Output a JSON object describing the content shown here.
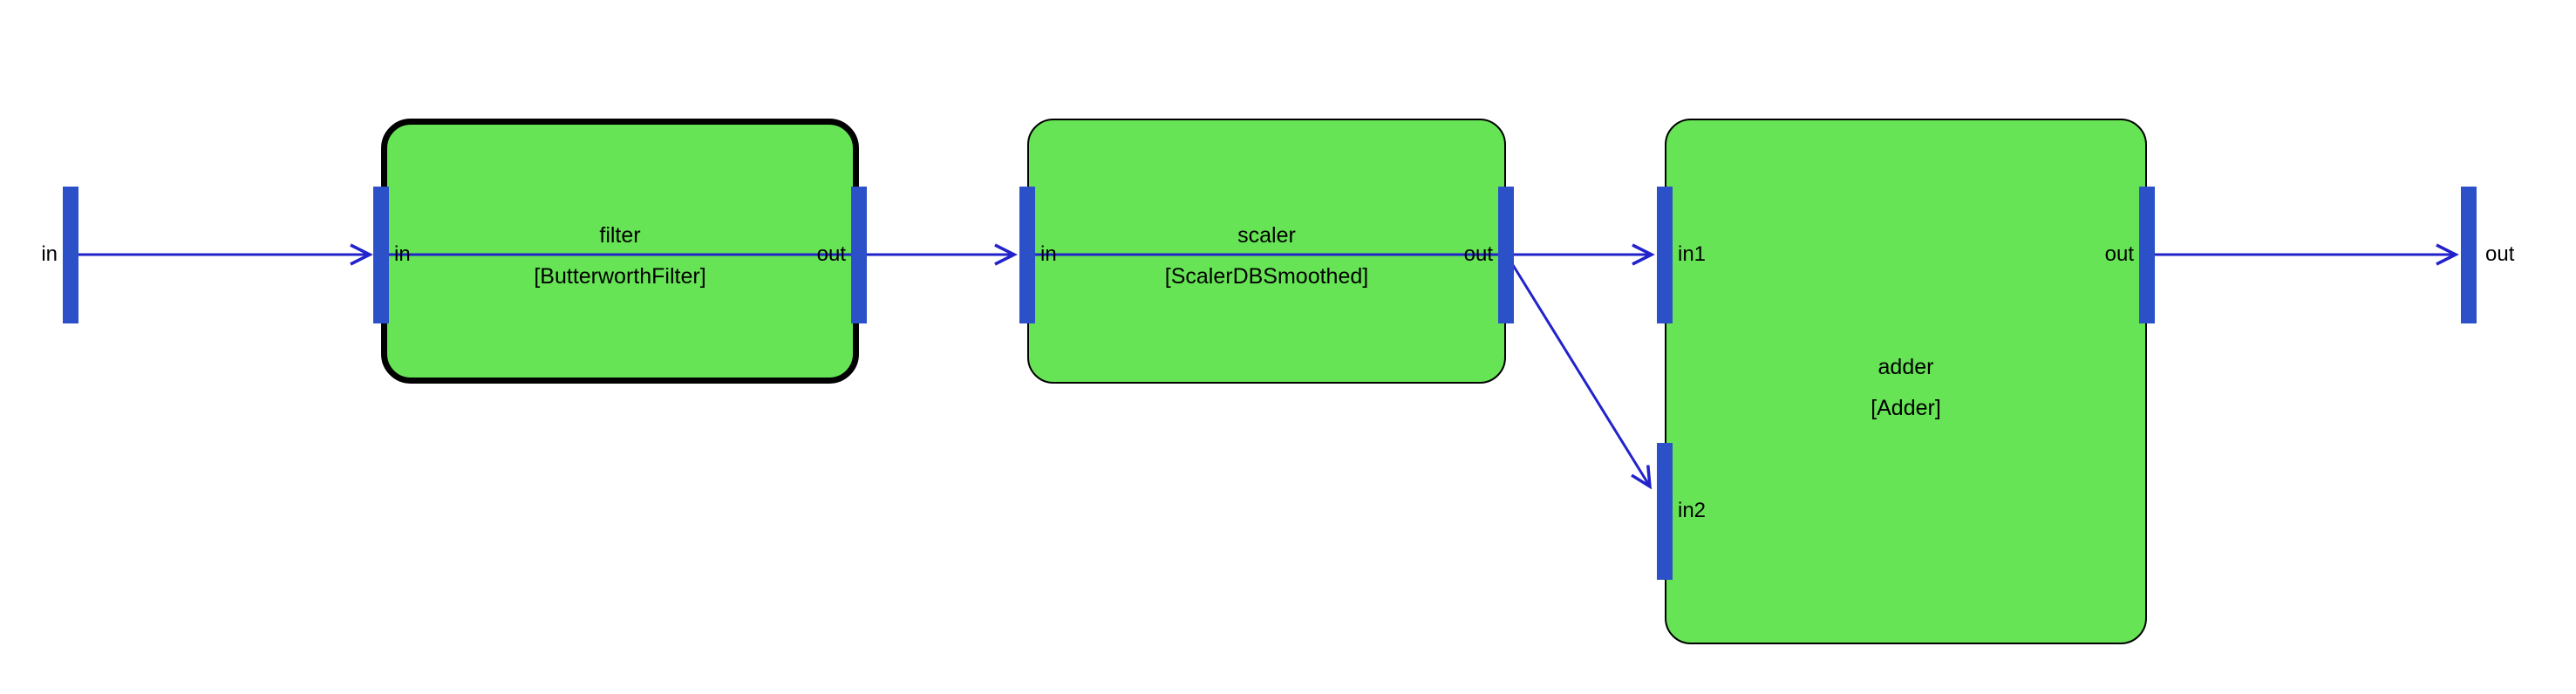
{
  "colors": {
    "background": "#FFFFFF",
    "node_fill": "#66E455",
    "node_border": "#000000",
    "port_fill": "#2B50C8",
    "wire": "#2222CC",
    "text": "#000000"
  },
  "external_input": {
    "label": "in"
  },
  "external_output": {
    "label": "out"
  },
  "nodes": {
    "filter": {
      "title": "filter",
      "type": "[ButterworthFilter]",
      "in": "in",
      "out": "out",
      "selected": true
    },
    "scaler": {
      "title": "scaler",
      "type": "[ScalerDBSmoothed]",
      "in": "in",
      "out": "out",
      "selected": false
    },
    "adder": {
      "title": "adder",
      "type": "[Adder]",
      "in1": "in1",
      "in2": "in2",
      "out": "out",
      "selected": false
    }
  }
}
